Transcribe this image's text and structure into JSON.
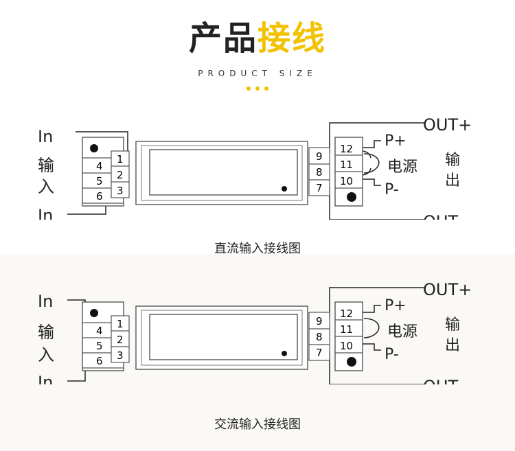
{
  "header": {
    "title_dark": "产品",
    "title_accent": "接线",
    "subtitle": "PRODUCT SIZE"
  },
  "colors": {
    "accent": "#f2c200",
    "line": "#222222",
    "box_stroke": "#555555"
  },
  "labels": {
    "in": "In",
    "input_chars": [
      "输",
      "入"
    ],
    "output_chars": [
      "输",
      "出"
    ],
    "power": "电源",
    "out_plus": "OUT+",
    "out_minus": "OUT-",
    "p_plus": "P+",
    "p_minus": "P-"
  },
  "terminals": {
    "left_outer": [
      "4",
      "5",
      "6"
    ],
    "left_inner": [
      "1",
      "2",
      "3"
    ],
    "right_inner": [
      "9",
      "8",
      "7"
    ],
    "right_outer": [
      "12",
      "11",
      "10"
    ]
  },
  "diagrams": [
    {
      "id": "dc",
      "caption": "直流输入接线图"
    },
    {
      "id": "ac",
      "caption": "交流输入接线图"
    }
  ]
}
